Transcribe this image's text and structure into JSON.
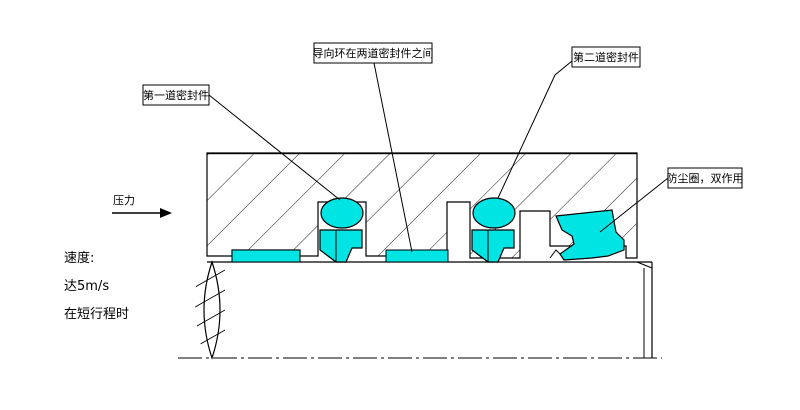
{
  "callouts": {
    "first_seal": "第一道密封件",
    "guide_ring": "导向环在两道密封件之间",
    "second_seal": "第二道密封件",
    "wiper": "防尘圈，双作用"
  },
  "pressure_label": "压力",
  "speed": {
    "line1": "速度:",
    "line2": "达5m/s",
    "line3": "在短行程时"
  },
  "colors": {
    "seal_fill": "#00e4e4",
    "line": "#000000",
    "background": "#ffffff"
  }
}
